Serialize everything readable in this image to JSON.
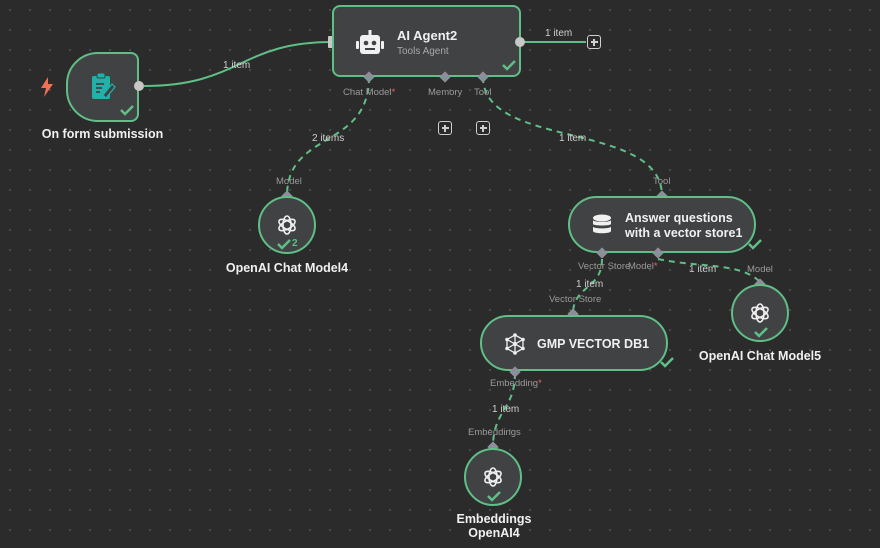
{
  "colors": {
    "canvas_bg": "#2b2b2b",
    "node_bg": "#414244",
    "success_border": "#5fbf86",
    "trigger_bolt": "#f07055",
    "form_icon": "#22b1a9",
    "wire_solid": "#5fbf86",
    "wire_dashed": "#5fbf86",
    "handle": "#8b8f99",
    "required_star": "#e8656b"
  },
  "nodes": {
    "form_trigger": {
      "title": "On form submission",
      "icon": "form-icon",
      "badge_icon": "lightning-bolt-icon"
    },
    "ai_agent": {
      "title": "AI Agent2",
      "subtitle": "Tools Agent",
      "icon": "robot-icon",
      "ports": {
        "chat_model": "Chat Model",
        "memory": "Memory",
        "tool": "Tool"
      },
      "output_count": "1 item"
    },
    "openai_chat_model4": {
      "title": "OpenAI Chat Model4",
      "input_label": "Model",
      "run_count": "2"
    },
    "answer_questions": {
      "title_line1": "Answer questions",
      "title_line2": "with a vector store1",
      "input_label": "Tool",
      "port_vector_store": "Vector Store",
      "port_model": "Model"
    },
    "gmp_vector_db": {
      "title": "GMP VECTOR DB1",
      "input_label": "Vector Store",
      "port_embedding": "Embedding"
    },
    "openai_chat_model5": {
      "title": "OpenAI Chat Model5",
      "input_label": "Model"
    },
    "embeddings_openai": {
      "title_line1": "Embeddings",
      "title_line2": "OpenAI4",
      "input_label": "Embeddings"
    }
  },
  "connections": {
    "trigger_to_agent": "1 item",
    "chat_model": "2 items",
    "tool": "1 item",
    "model5": "1 item",
    "vector_store": "1 item",
    "embedding": "1 item"
  },
  "required_mark": "*"
}
